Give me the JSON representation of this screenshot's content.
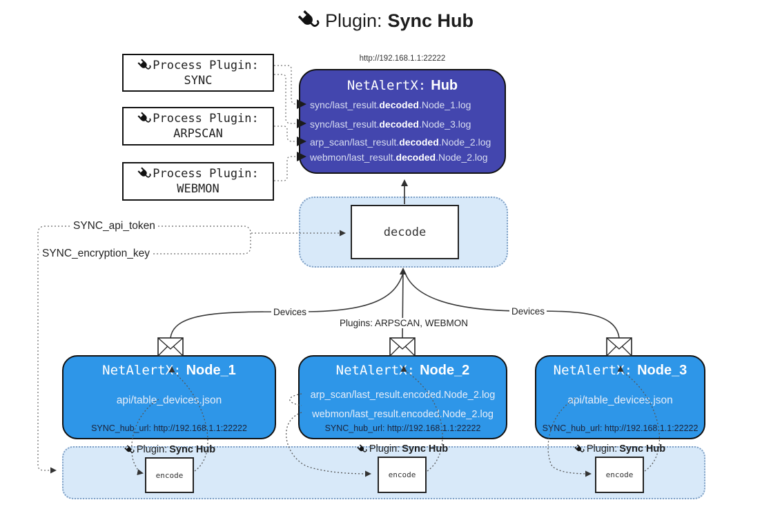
{
  "colors": {
    "hub_fill": "#4346ae",
    "node_fill": "#2e96e8",
    "panel_fill": "#d8e9f9",
    "panel_border": "#7d9ec4"
  },
  "title": {
    "prefix": "Plugin:",
    "name": "Sync Hub"
  },
  "hub": {
    "url_label": "http://192.168.1.1:22222",
    "title_prefix": "NetAlertX:",
    "title_name": "Hub",
    "lines": [
      {
        "pre": "sync/last_result.",
        "bold": "decoded",
        "post": ".Node_1.log"
      },
      {
        "pre": "sync/last_result.",
        "bold": "decoded",
        "post": ".Node_3.log"
      },
      {
        "pre": "arp_scan/last_result.",
        "bold": "decoded",
        "post": ".Node_2.log"
      },
      {
        "pre": "webmon/last_result.",
        "bold": "decoded",
        "post": ".Node_2.log"
      }
    ]
  },
  "process_plugins": [
    {
      "label": "Process Plugin:",
      "name": "SYNC"
    },
    {
      "label": "Process Plugin:",
      "name": "ARPSCAN"
    },
    {
      "label": "Process Plugin:",
      "name": "WEBMON"
    }
  ],
  "decode": {
    "label": "decode"
  },
  "tokens": {
    "api_token": "SYNC_api_token",
    "encryption_key": "SYNC_encryption_key"
  },
  "edge_labels": {
    "left": "Devices",
    "center": "Plugins: ARPSCAN, WEBMON",
    "right": "Devices"
  },
  "nodes": [
    {
      "title_prefix": "NetAlertX:",
      "title_name": "Node_1",
      "lines": [
        "api/table_devices.json"
      ],
      "hub_url": "SYNC_hub_url: http://192.168.1.1:22222"
    },
    {
      "title_prefix": "NetAlertX:",
      "title_name": "Node_2",
      "lines": [
        "arp_scan/last_result.encoded.Node_2.log",
        "webmon/last_result.encoded.Node_2.log"
      ],
      "hub_url": "SYNC_hub_url: http://192.168.1.1:22222"
    },
    {
      "title_prefix": "NetAlertX:",
      "title_name": "Node_3",
      "lines": [
        "api/table_devices.json"
      ],
      "hub_url": "SYNC_hub_url: http://192.168.1.1:22222"
    }
  ],
  "encode_sections": [
    {
      "plugin_prefix": "Plugin:",
      "plugin_name": "Sync Hub",
      "box_label": "encode"
    },
    {
      "plugin_prefix": "Plugin:",
      "plugin_name": "Sync Hub",
      "box_label": "encode"
    },
    {
      "plugin_prefix": "Plugin:",
      "plugin_name": "Sync Hub",
      "box_label": "encode"
    }
  ],
  "icons": {
    "plug": "plug-icon",
    "envelope": "envelope-icon"
  }
}
